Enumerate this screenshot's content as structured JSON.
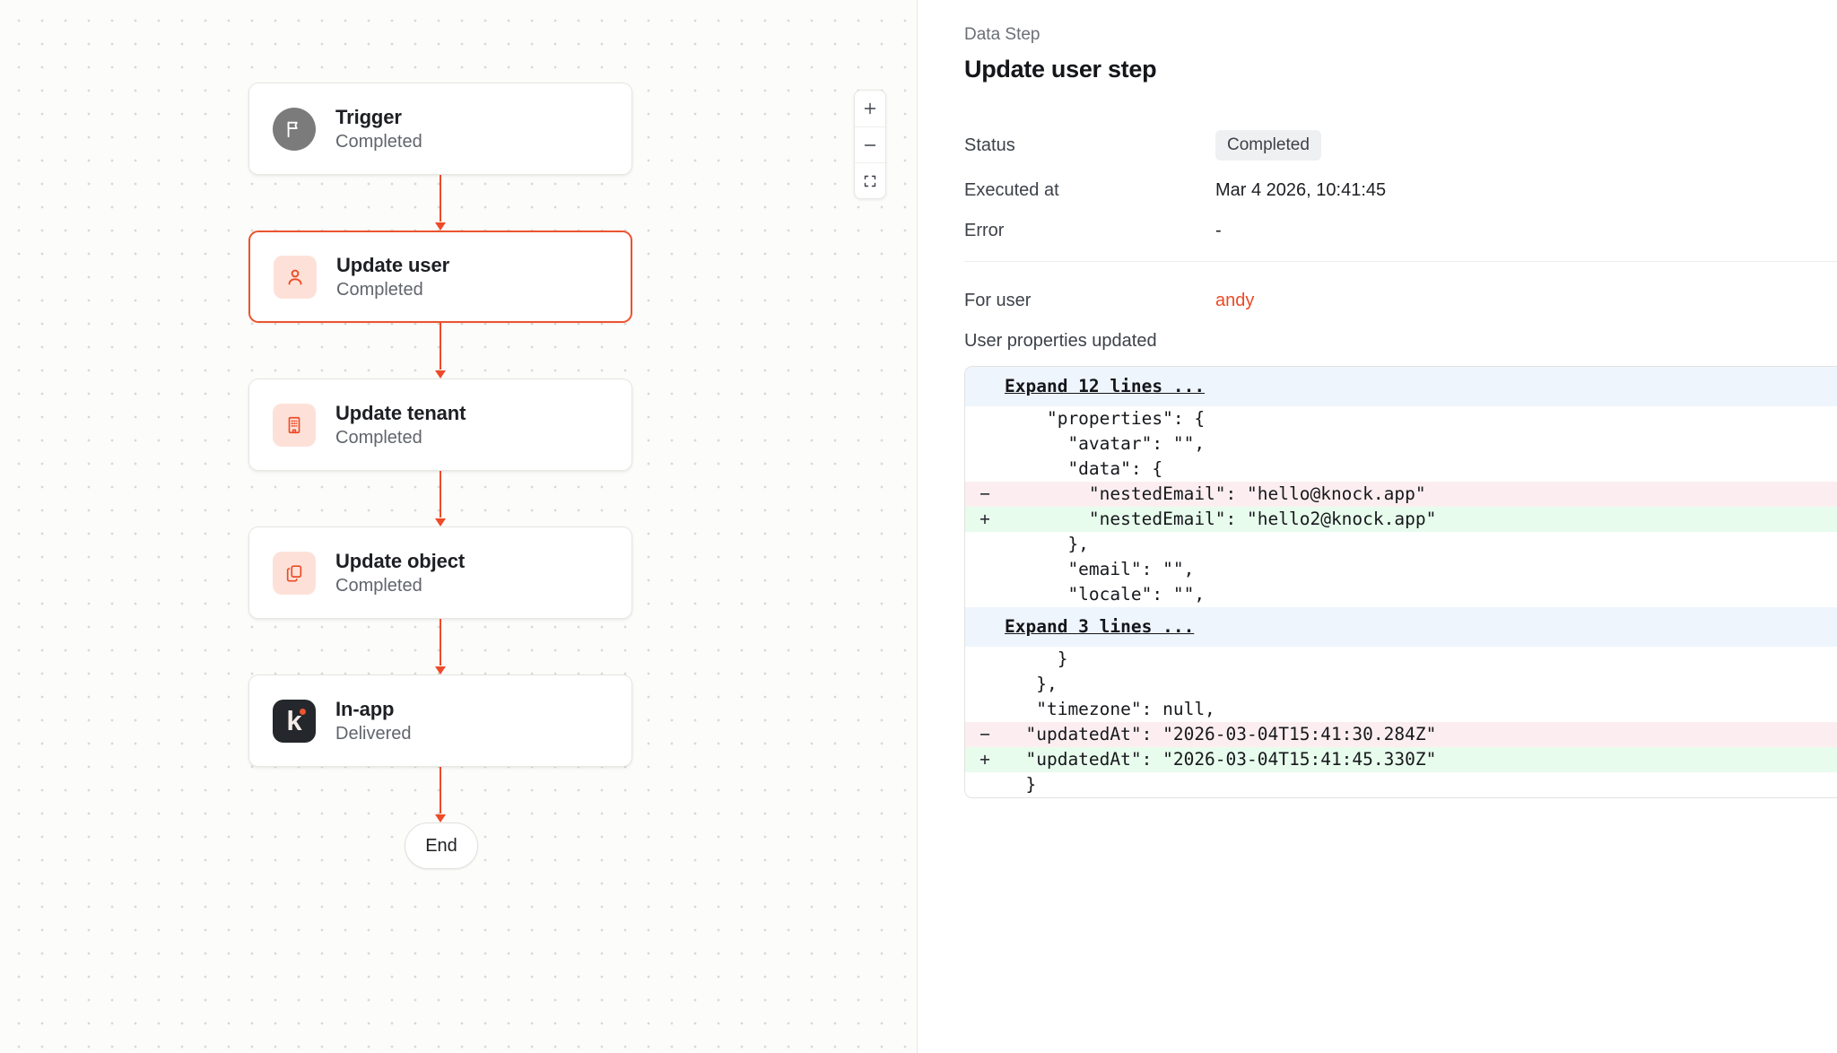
{
  "canvas": {
    "zoom_controls": [
      {
        "name": "zoom-in",
        "glyph": "+"
      },
      {
        "name": "zoom-out",
        "glyph": "−"
      },
      {
        "name": "fit-view",
        "glyph": ""
      }
    ],
    "nodes": [
      {
        "title": "Trigger",
        "status": "Completed",
        "icon": "flag-icon",
        "selected": false
      },
      {
        "title": "Update user",
        "status": "Completed",
        "icon": "user-icon",
        "selected": true
      },
      {
        "title": "Update tenant",
        "status": "Completed",
        "icon": "building-icon",
        "selected": false
      },
      {
        "title": "Update object",
        "status": "Completed",
        "icon": "copy-documents-icon",
        "selected": false
      },
      {
        "title": "In-app",
        "status": "Delivered",
        "icon": "knock-logo-icon",
        "logo_letter": "k",
        "selected": false
      }
    ],
    "end_label": "End"
  },
  "panel": {
    "eyebrow": "Data Step",
    "title": "Update user step",
    "rows": [
      {
        "key": "Status",
        "value": "Completed",
        "type": "badge"
      },
      {
        "key": "Executed at",
        "value": "Mar 4 2026, 10:41:45",
        "type": "text"
      },
      {
        "key": "Error",
        "value": "-",
        "type": "text"
      }
    ],
    "for_user_key": "For user",
    "for_user_value": "andy",
    "properties_label": "User properties updated",
    "diff": [
      {
        "type": "expand",
        "gutter": "",
        "code": "Expand 12 lines ..."
      },
      {
        "type": "ctx",
        "gutter": "",
        "code": "    \"properties\": {"
      },
      {
        "type": "ctx",
        "gutter": "",
        "code": "      \"avatar\": \"\","
      },
      {
        "type": "ctx",
        "gutter": "",
        "code": "      \"data\": {"
      },
      {
        "type": "del",
        "gutter": "−",
        "code": "        \"nestedEmail\": \"hello@knock.app\""
      },
      {
        "type": "add",
        "gutter": "+",
        "code": "        \"nestedEmail\": \"hello2@knock.app\""
      },
      {
        "type": "ctx",
        "gutter": "",
        "code": "      },"
      },
      {
        "type": "ctx",
        "gutter": "",
        "code": "      \"email\": \"\","
      },
      {
        "type": "ctx",
        "gutter": "",
        "code": "      \"locale\": \"\","
      },
      {
        "type": "expand",
        "gutter": "",
        "code": "Expand 3 lines ..."
      },
      {
        "type": "ctx",
        "gutter": "",
        "code": "     }"
      },
      {
        "type": "ctx",
        "gutter": "",
        "code": "   },"
      },
      {
        "type": "ctx",
        "gutter": "",
        "code": "   \"timezone\": null,"
      },
      {
        "type": "del",
        "gutter": "−",
        "code": "  \"updatedAt\": \"2026-03-04T15:41:30.284Z\""
      },
      {
        "type": "add",
        "gutter": "+",
        "code": "  \"updatedAt\": \"2026-03-04T15:41:45.330Z\""
      },
      {
        "type": "ctx",
        "gutter": "",
        "code": "  }"
      }
    ]
  },
  "colors": {
    "accent": "#eb4a24",
    "edge": "#ef4a29",
    "diff_add_bg": "#e8fced",
    "diff_del_bg": "#fceef0",
    "expand_bg": "#eff5fd"
  }
}
